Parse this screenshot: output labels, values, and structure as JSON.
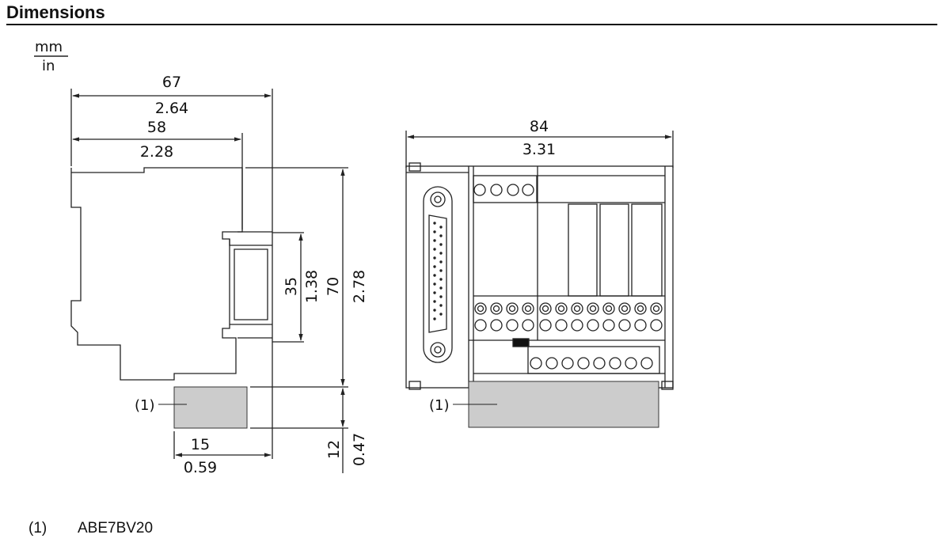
{
  "header": {
    "title": "Dimensions"
  },
  "units": {
    "top": "mm",
    "bottom": "in"
  },
  "side_view": {
    "width_total": {
      "mm": "67",
      "in": "2.64"
    },
    "width_body": {
      "mm": "58",
      "in": "2.28"
    },
    "rail": {
      "mm": "35",
      "in": "1.38"
    },
    "height_total": {
      "mm": "70",
      "in": "2.78"
    },
    "offset": {
      "mm": "15",
      "in": "0.59"
    },
    "accessory_height": {
      "mm": "12",
      "in": "0.47"
    },
    "callout": "(1)"
  },
  "front_view": {
    "width": {
      "mm": "84",
      "in": "3.31"
    },
    "callout": "(1)"
  },
  "legend": {
    "number": "(1)",
    "text": "ABE7BV20"
  },
  "colors": {
    "line": "#222222",
    "accessory_fill": "#cccccc",
    "background": "#ffffff"
  }
}
